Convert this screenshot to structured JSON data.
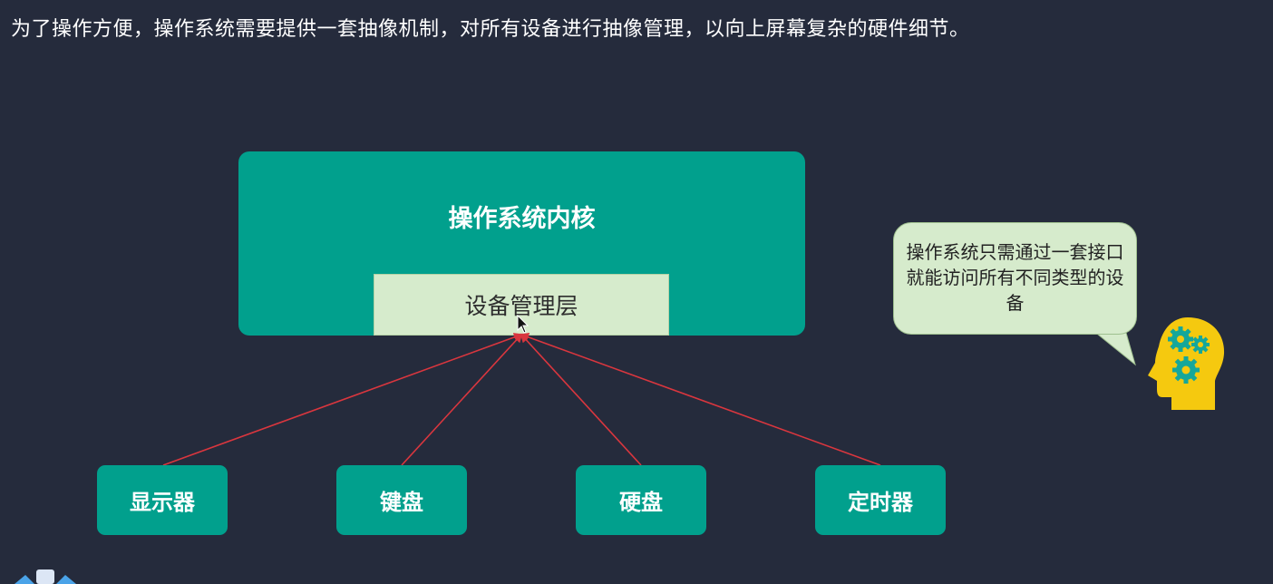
{
  "header": {
    "text": "为了操作方便，操作系统需要提供一套抽像机制，对所有设备进行抽像管理，以向上屏幕复杂的硬件细节。"
  },
  "diagram": {
    "kernel_label": "操作系统内核",
    "device_manager_label": "设备管理层",
    "devices": [
      {
        "label": "显示器"
      },
      {
        "label": "键盘"
      },
      {
        "label": "硬盘"
      },
      {
        "label": "定时器"
      }
    ],
    "arrow_color": "#d9363e",
    "box_color": "#01a08d",
    "layer_color": "#d6ebcc"
  },
  "callout": {
    "text": "操作系统只需通过一套接口就能访问所有不同类型的设备"
  },
  "icons": {
    "head": "head-with-gears-icon",
    "cursor": "mouse-cursor-icon"
  }
}
